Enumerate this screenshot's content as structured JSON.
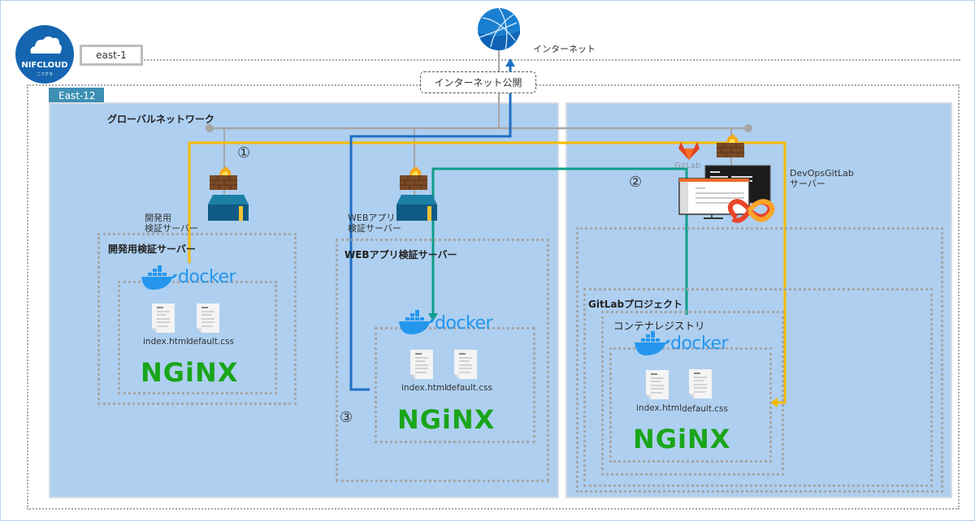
{
  "cloud": {
    "logo_text": "NIFCLOUD",
    "logo_subtext": "ニフクラ",
    "region_label": "east-1",
    "zone_label": "East-12"
  },
  "internet": {
    "label": "インターネット",
    "publish_label": "インターネット公開"
  },
  "network": {
    "global_network_label": "グローバルネットワーク"
  },
  "steps": {
    "step1": "①",
    "step2": "②",
    "step3": "③"
  },
  "dev_server": {
    "device_label_line1": "開発用",
    "device_label_line2": "検証サーバー",
    "box_title": "開発用検証サーバー",
    "docker_label": "docker",
    "files": [
      "index.html",
      "default.css"
    ],
    "nginx_label": "NGiNX"
  },
  "web_server": {
    "device_label_line1": "WEBアプリ",
    "device_label_line2": "検証サーバー",
    "box_title": "WEBアプリ検証サーバー",
    "docker_label": "docker",
    "files": [
      "index.html",
      "default.css"
    ],
    "nginx_label": "NGiNX"
  },
  "gitlab": {
    "gitlab_logo_label": "GitLab",
    "server_label_line1": "DevOpsGitLab",
    "server_label_line2": "サーバー",
    "project_title": "GitLabプロジェクト",
    "registry_title": "コンテナレジストリ",
    "docker_label": "docker",
    "files": [
      "index.html",
      "default.css"
    ],
    "nginx_label": "NGiNX"
  },
  "colors": {
    "zone_fill": "#aecff0",
    "zone_tab": "#3d8fb4",
    "flow_yellow": "#f7bb00",
    "flow_teal": "#0f9e8a",
    "flow_blue": "#1f6fc4",
    "network_gray": "#a6a6a6",
    "nginx_green": "#1aa51a",
    "docker_blue": "#2496ed"
  }
}
